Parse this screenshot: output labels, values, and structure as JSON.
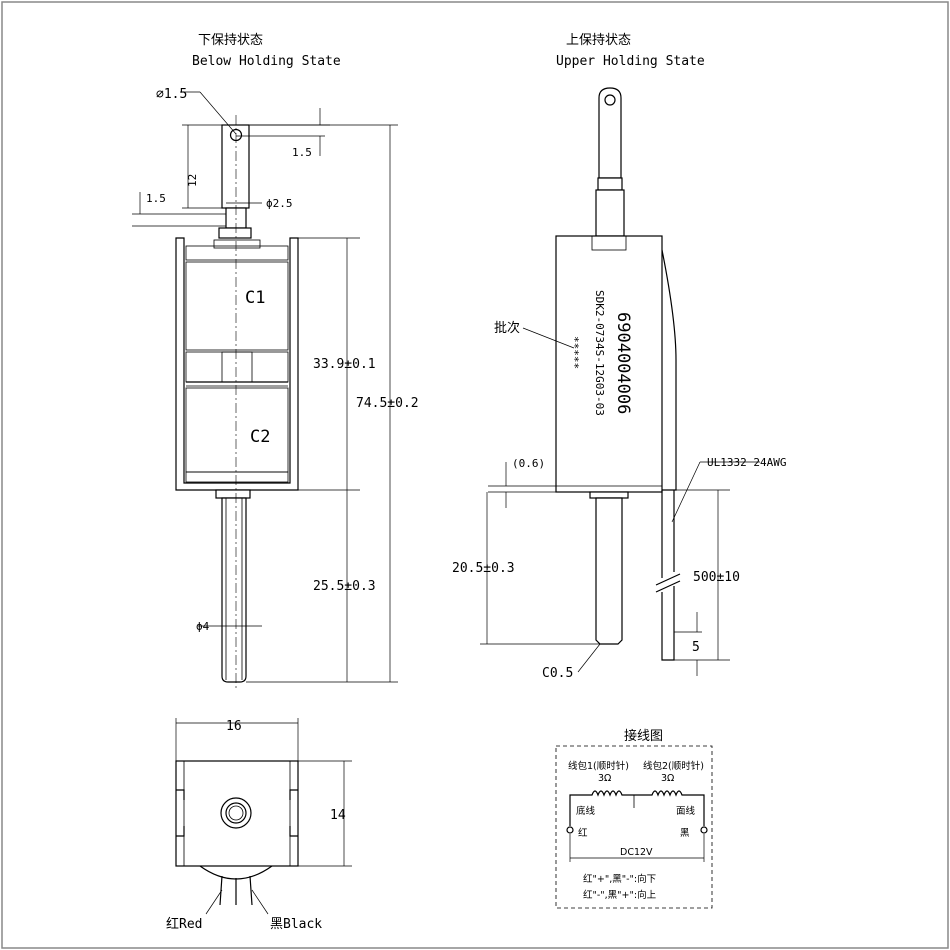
{
  "front_view": {
    "title_cn": "下保持状态",
    "title_en": "Below Holding State",
    "hole_dia": "⌀1.5",
    "hole_offset": "1.5",
    "pin_length": "12",
    "collar_offset": "1.5",
    "collar_dia": "ϕ2.5",
    "coil1": "C1",
    "coil2": "C2",
    "body_length": "33.9±0.1",
    "total_length": "74.5±0.2",
    "shaft_length": "25.5±0.3",
    "shaft_dia": "ϕ4"
  },
  "side_view": {
    "title_cn": "上保持状态",
    "title_en": "Upper Holding State",
    "part_number": "6904004006",
    "model": "SDK2-0734S-12G03-03",
    "batch_label": "批次",
    "batch_code": "*****",
    "gap": "(0.6)",
    "wire_spec": "UL1332 24AWG",
    "stroke": "20.5±0.3",
    "chamfer": "C0.5",
    "wire_length": "500±10",
    "strip_length": "5"
  },
  "bottom_view": {
    "width": "16",
    "height": "14",
    "red_lead": "红Red",
    "black_lead": "黑Black"
  },
  "wiring": {
    "title": "接线图",
    "coil1_label": "线包1(顺时针)",
    "coil2_label": "线包2(顺时针)",
    "coil1_res": "3Ω",
    "coil2_res": "3Ω",
    "left_cn": "底线",
    "right_cn": "面线",
    "left_color": "红",
    "right_color": "黑",
    "voltage": "DC12V",
    "rule1": "红\"+\",黑\"-\":向下",
    "rule2": "红\"-\",黑\"+\":向上"
  }
}
